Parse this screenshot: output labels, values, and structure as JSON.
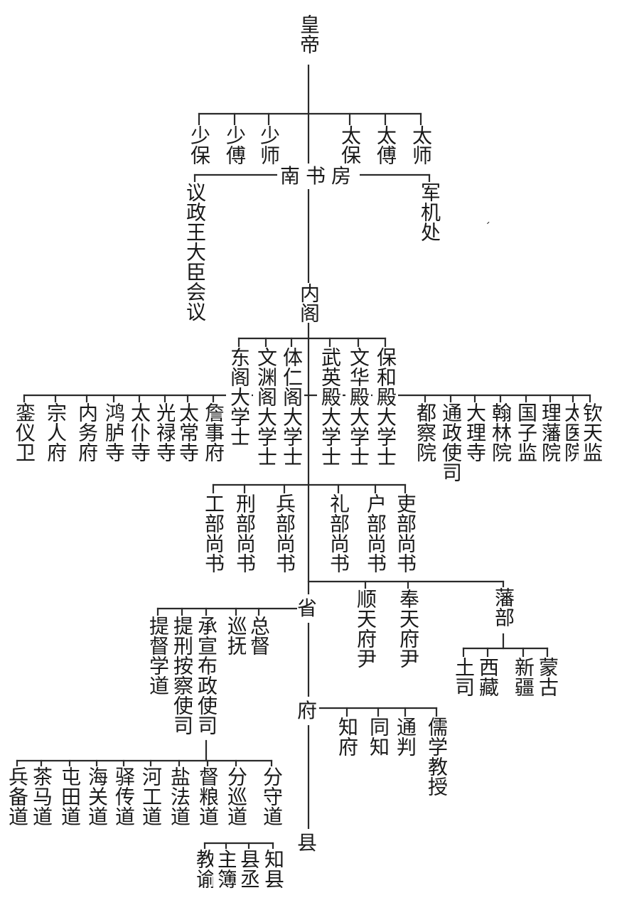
{
  "root": "皇帝",
  "left_guardians": [
    "少保",
    "少傅",
    "少师"
  ],
  "right_guardians": [
    "太保",
    "太傅",
    "太师"
  ],
  "nanshufang": "南书房",
  "council": "议政王大臣会议",
  "junjichu": "军机处",
  "neige": "内阁",
  "left_scholars": [
    "东阁大学士",
    "文渊阁大学士",
    "体仁阁大学士"
  ],
  "right_scholars": [
    "武英殿大学士",
    "文华殿大学士",
    "保和殿大学士"
  ],
  "left_offices": [
    "銮仪卫",
    "宗人府",
    "内务府",
    "鸿胪寺",
    "太仆寺",
    "光禄寺",
    "太常寺",
    "詹事府"
  ],
  "right_offices": [
    "都察院",
    "通政使司",
    "大理寺",
    "翰林院",
    "国子监",
    "理藩院",
    "太医院",
    "钦天监"
  ],
  "left_ministers": [
    "工部尚书",
    "刑部尚书",
    "兵部尚书"
  ],
  "right_ministers": [
    "礼部尚书",
    "户部尚书",
    "吏部尚书"
  ],
  "sheng": "省",
  "province_officials": [
    "提督学道",
    "提刑按察使司",
    "承宣布政使司",
    "巡抚",
    "总督"
  ],
  "shuntian": "顺天府尹",
  "fengtian": "奉天府尹",
  "fanbu": "藩部",
  "fanbu_regions": [
    "土司",
    "西藏",
    "新疆",
    "蒙古"
  ],
  "daotai": [
    "兵备道",
    "茶马道",
    "屯田道",
    "海关道",
    "驿传道",
    "河工道",
    "盐法道",
    "督粮道",
    "分巡道",
    "分守道"
  ],
  "fu": "府",
  "fu_officials": [
    "知府",
    "同知",
    "通判",
    "儒学教授"
  ],
  "xian": "县",
  "xian_officials": [
    "教谕",
    "主簿",
    "县丞",
    "知县"
  ],
  "stray_mark": "ˊ"
}
